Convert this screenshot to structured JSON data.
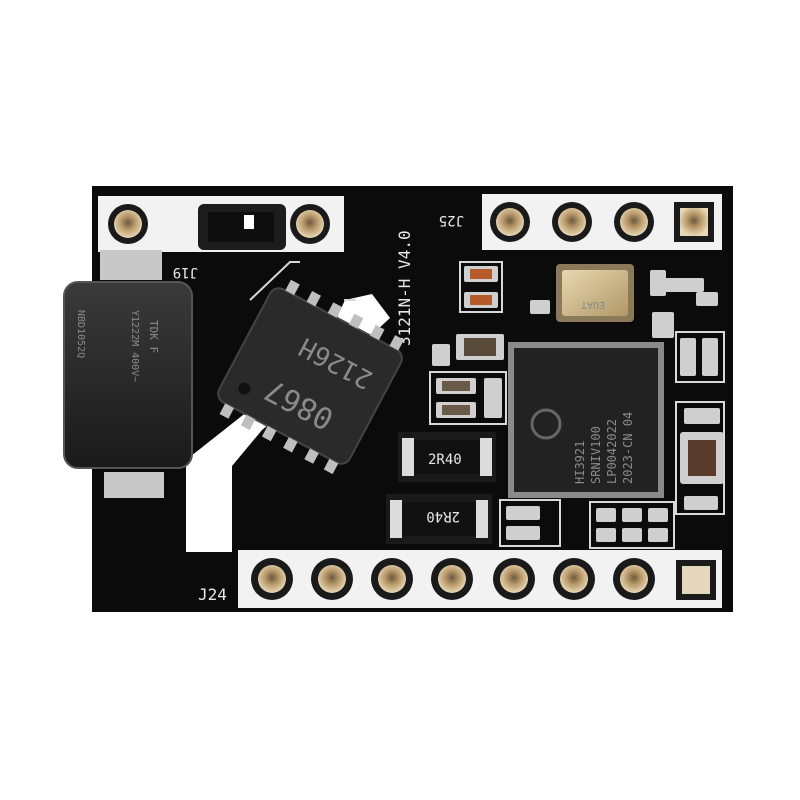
{
  "photo": {
    "subject": "pcb-module",
    "board_color": "#0a0a0a",
    "silkscreen_color": "#f0f0f0",
    "pad_color": "#c9a46a",
    "background_color": "#ffffff"
  },
  "labels": {
    "board_version": "3121N-H  V4.0",
    "j25": "J25",
    "j19": "J19",
    "j24": "J24",
    "resistor1": "2R40",
    "resistor2": "2R40"
  },
  "chip": {
    "line1": "HI3921",
    "line2": "SRNIV100",
    "line3": "LP0042022",
    "line4": "2023-CN 04"
  },
  "transformer": {
    "line1": "2126H",
    "line2": "0867"
  },
  "capacitor": {
    "line1": "TDK F",
    "line2": "Y1222M 400V~",
    "line3": "NBD1052Q"
  },
  "crystal": {
    "line1": "EUAT"
  }
}
